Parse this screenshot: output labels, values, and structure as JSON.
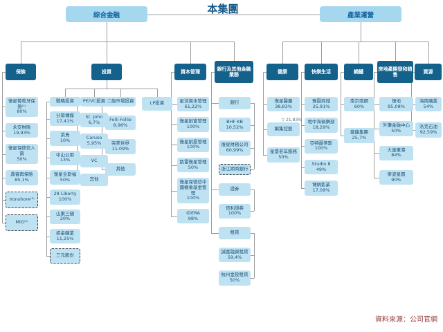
{
  "title": "本集團",
  "source_note": "資料來源：公司官網",
  "colors": {
    "header_dark_blue": "#14618c",
    "box_light_blue": "#bfe2f3",
    "branch_blue": "#a5d7ef",
    "title_blue": "#155987",
    "connector_gray": "#9b9b9b",
    "source_red": "#994040"
  },
  "branches": {
    "finance": "綜合金融",
    "industry": "產業運營"
  },
  "sections": {
    "ins": "保險",
    "inv": "投資",
    "cap": "資本管理",
    "bank": "銀行及其他金融業務",
    "health": "健康",
    "happy": "快樂生活",
    "steel": "鋼鐵",
    "prop": "房地產開發和銷售",
    "res": "資源"
  },
  "inv_sub": {
    "strat": "戰略投資",
    "pevc": "PE/VC投資",
    "sec": "二級市場投資",
    "lp": "LP投資"
  },
  "companies": {
    "ins": [
      {
        "name": "復星葡萄牙保險⁽¹⁾",
        "stake": "80%"
      },
      {
        "name": "永安財險",
        "stake": "19,93%"
      },
      {
        "name": "復星保德信人壽",
        "stake": "50%"
      },
      {
        "name": "鼎睿再保險",
        "stake": "85,1%"
      },
      {
        "name": "Ironshore⁽²⁾",
        "stake": ""
      },
      {
        "name": "MIG⁽²⁾",
        "stake": ""
      }
    ],
    "strat": [
      {
        "name": "分眾傳媒",
        "stake": "17,41%"
      },
      {
        "name": "菜鳥",
        "stake": "10%"
      },
      {
        "name": "中山公用",
        "stake": "13%"
      },
      {
        "name": "復星全斯福",
        "stake": "50%"
      },
      {
        "name": "28 Liberty",
        "stake": "100%"
      },
      {
        "name": "山東三鏈",
        "stake": "20%"
      },
      {
        "name": "招金礦業",
        "stake": "11,25%"
      },
      {
        "name": "三元股份",
        "stake": ""
      }
    ],
    "pevc": [
      {
        "name": "St. John",
        "stake": "6,7%"
      },
      {
        "name": "Caruso",
        "stake": "5,95%"
      },
      {
        "name": "VC",
        "stake": ""
      },
      {
        "name": "其他",
        "stake": ""
      }
    ],
    "sec": [
      {
        "name": "Folli Follie",
        "stake": "8,96%"
      },
      {
        "name": "完美世界",
        "stake": "11,09%"
      },
      {
        "name": "其他",
        "stake": ""
      }
    ],
    "cap": [
      {
        "name": "星浩資本管理",
        "stake": "61,22%"
      },
      {
        "name": "復星創富管理",
        "stake": "100%"
      },
      {
        "name": "復星創投管理",
        "stake": "100%"
      },
      {
        "name": "凱雷復星管理",
        "stake": "50%"
      },
      {
        "name": "復星保德信中國機會基金管理",
        "stake": "100%"
      },
      {
        "name": "IDERA",
        "stake": "98%"
      }
    ],
    "bank": {
      "bank_label": "銀行",
      "sec_label": "證券",
      "lease_label": "租賃",
      "bank_items": [
        {
          "name": "BHF KB",
          "stake": "10,52%"
        },
        {
          "name": "復星財務公司",
          "stake": "60,99%"
        },
        {
          "name": "浙江網商銀行",
          "stake": ""
        }
      ],
      "sec_items": [
        {
          "name": "恆利證券",
          "stake": "100%"
        }
      ],
      "lease_items": [
        {
          "name": "誠富融資租賃",
          "stake": "59,4%"
        },
        {
          "name": "杭州金投租賃",
          "stake": "50%"
        }
      ]
    },
    "health": {
      "annotation": "▽ 21,83%",
      "items": [
        {
          "name": "復星醫藥",
          "stake": "38,83%"
        },
        {
          "name": "編集控股",
          "stake": ""
        },
        {
          "name": "星堡老年服務",
          "stake": "50%"
        }
      ]
    },
    "happy": [
      {
        "name": "豫園商城",
        "stake": "25,91%"
      },
      {
        "name": "地中海俱樂部",
        "stake": "18,29%"
      },
      {
        "name": "亞特蘭蒂斯",
        "stake": "100%"
      },
      {
        "name": "Studio 8",
        "stake": "49%"
      },
      {
        "name": "博納影業",
        "stake": "17,09%"
      }
    ],
    "steel": [
      {
        "name": "南京南鋼",
        "stake": "60%"
      },
      {
        "name": "建龍集團",
        "stake": "25,7%"
      }
    ],
    "prop": [
      {
        "name": "復地",
        "stake": "85,08%"
      },
      {
        "name": "外灘金融中心",
        "stake": "50%"
      },
      {
        "name": "大連東港",
        "stake": "84%"
      },
      {
        "name": "寧波星圓",
        "stake": "90%"
      }
    ],
    "res": [
      {
        "name": "海南礦業",
        "stake": "54%"
      },
      {
        "name": "洛克石油",
        "stake": "92,59%"
      }
    ]
  }
}
